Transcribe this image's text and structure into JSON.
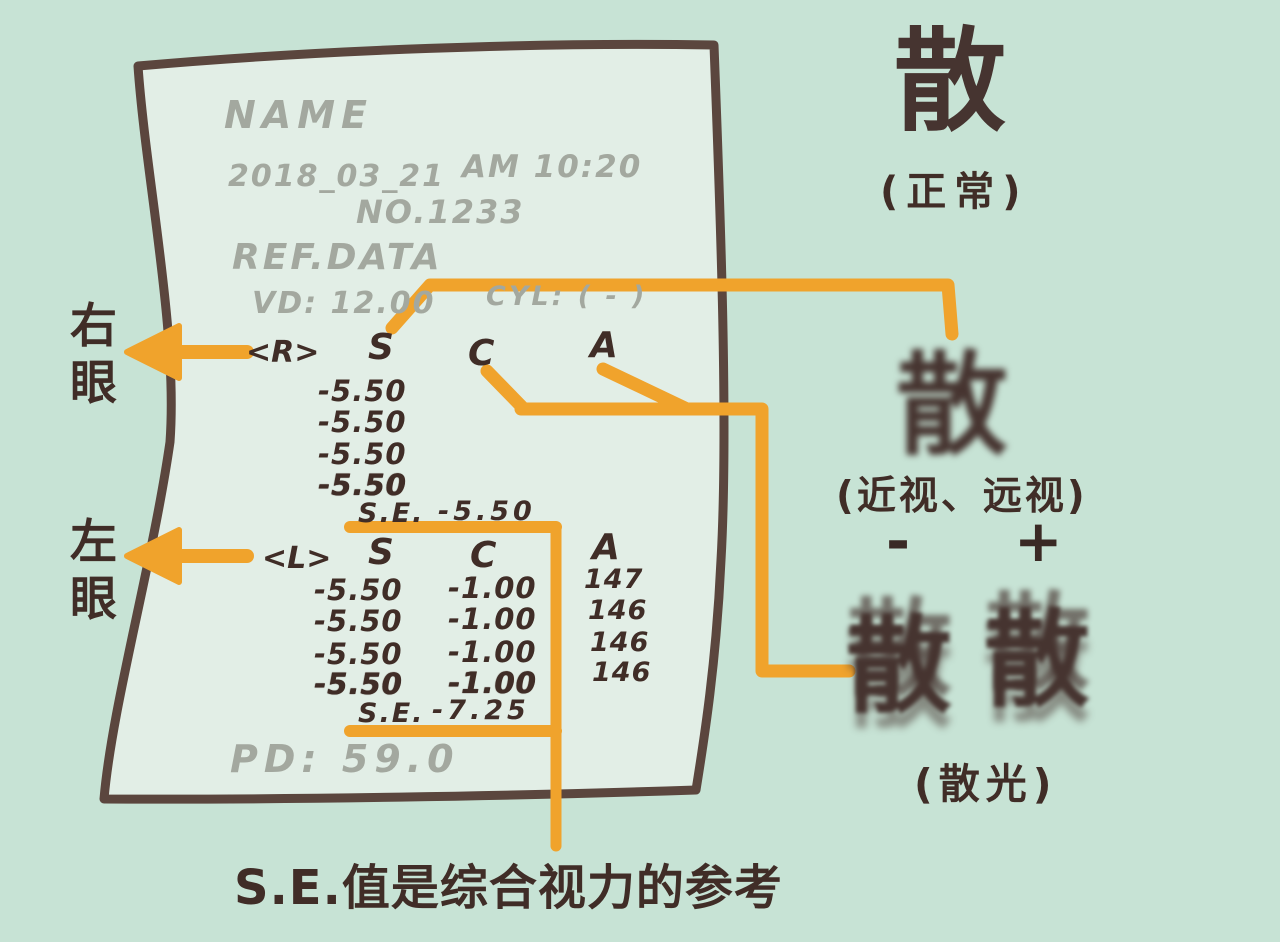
{
  "paper": {
    "name_label": "NAME",
    "date": "2018_03_21",
    "time": "AM 10:20",
    "serial": "NO.1233",
    "section_label": "REF.DATA",
    "vd": "VD: 12.00",
    "cyl": "CYL:  ( - )",
    "pd": "PD:  59.0",
    "right_eye": {
      "tag": "<R>",
      "col_s": "S",
      "col_c": "C",
      "col_a": "A",
      "s_values": [
        "-5.50",
        "-5.50",
        "-5.50",
        "-5.50"
      ],
      "se_label": "S.E.",
      "se_value": "-5.50"
    },
    "left_eye": {
      "tag": "<L>",
      "col_s": "S",
      "col_c": "C",
      "col_a": "A",
      "s_values": [
        "-5.50",
        "-5.50",
        "-5.50",
        "-5.50"
      ],
      "c_values": [
        "-1.00",
        "-1.00",
        "-1.00",
        "-1.00"
      ],
      "a_values": [
        "147",
        "146",
        "146",
        "146"
      ],
      "se_label": "S.E.",
      "se_value": "-7.25"
    }
  },
  "annotations": {
    "right_eye_label": "右眼",
    "left_eye_label": "左眼",
    "vision_normal": {
      "char": "散",
      "caption": "(正常)"
    },
    "vision_sphere": {
      "char": "散",
      "caption": "(近视、远视)",
      "minus": "-",
      "plus": "+"
    },
    "vision_astigmatism": {
      "char": "散",
      "caption": "(散光)"
    },
    "footnote": "S.E.值是综合视力的参考"
  },
  "colors": {
    "background": "#c7e3d5",
    "paper": "#e2eee6",
    "outline": "#5b463e",
    "accent_orange": "#f0a32c",
    "muted_text": "#a3a89f",
    "ink_text": "#402d27"
  }
}
